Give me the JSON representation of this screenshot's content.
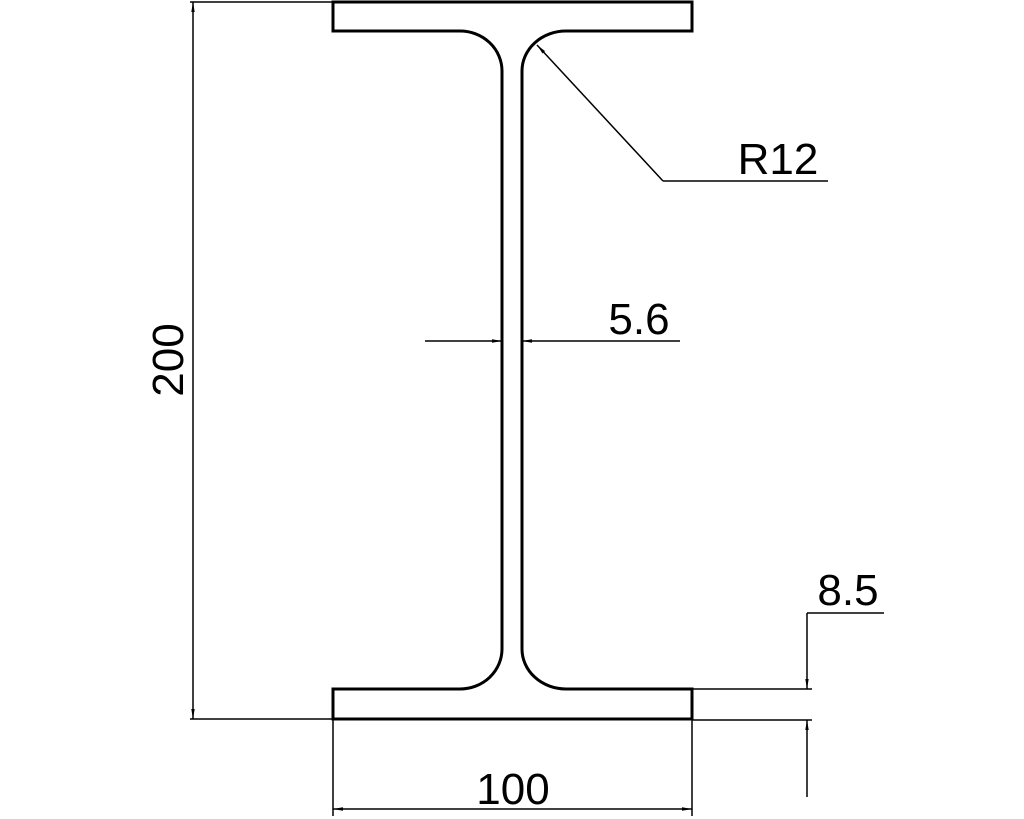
{
  "drawing": {
    "dimensions": {
      "height": "200",
      "flange_width": "100",
      "web_thickness": "5.6",
      "flange_thickness": "8.5",
      "fillet_radius": "R12"
    },
    "colors": {
      "line": "#000000",
      "background": "#ffffff"
    }
  }
}
